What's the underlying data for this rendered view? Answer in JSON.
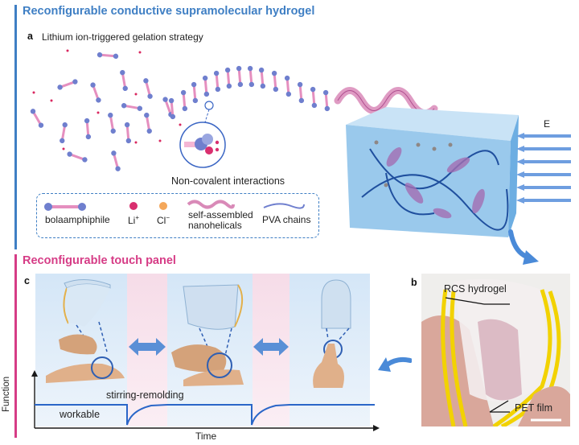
{
  "section_a": {
    "title": "Reconfigurable conductive supramolecular hydrogel",
    "panel_letter": "a",
    "subtitle": "Lithium ion-triggered gelation strategy",
    "zoom_caption": "Non-covalent interactions",
    "field_label": "E",
    "legend": {
      "bolaamphiphile": "bolaamphiphile",
      "li": "Li",
      "li_sup": "+",
      "cl": "Cl",
      "cl_sup": "−",
      "nanohelical_line1": "self-assembled",
      "nanohelical_line2": "nanohelicals",
      "pva": "PVA chains"
    }
  },
  "section_c": {
    "title": "Reconfigurable touch panel",
    "panel_letter": "c",
    "y_axis_label": "Function",
    "x_axis_label": "Time",
    "state_workable": "workable",
    "state_remolding": "stirring-remolding"
  },
  "section_b": {
    "panel_letter": "b",
    "rcs_label": "RCS hydrogel",
    "pet_label": "PET film"
  },
  "colors": {
    "blue_title": "#3f7fc4",
    "pink_title": "#d63c86",
    "arrow_blue": "#4a8ad8",
    "hydrogel_blue": "#8fc3ea"
  }
}
